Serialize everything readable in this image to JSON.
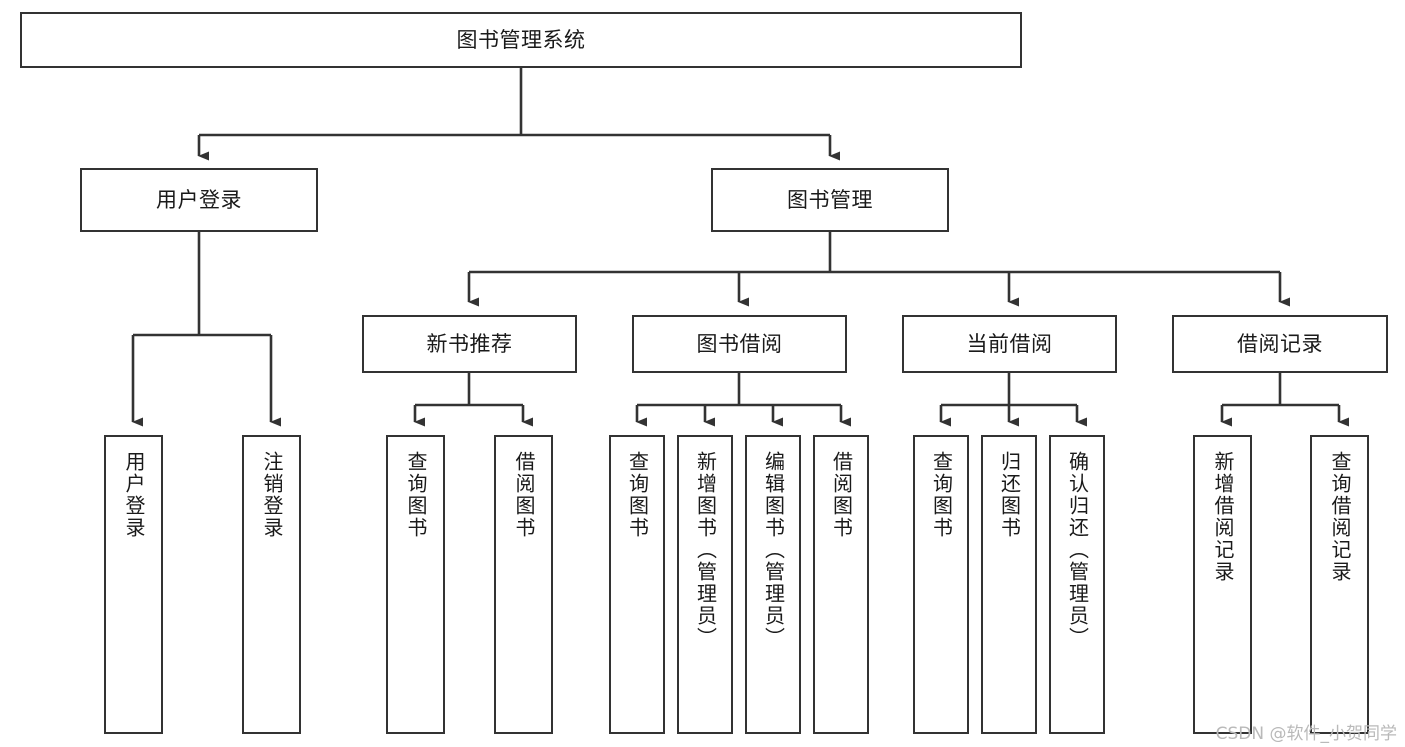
{
  "diagram": {
    "title": "图书管理系统",
    "type": "tree-hierarchy-chart",
    "colors": {
      "box_border": "#333333",
      "box_fill": "#ffffff",
      "edge": "#333333",
      "text": "#1a1a1a",
      "watermark": "#b9b9b9",
      "background": "#ffffff"
    }
  },
  "watermark": {
    "text": "CSDN @软件_小贺同学"
  },
  "nodes": {
    "root": {
      "label": "图书管理系统"
    },
    "level2": [
      {
        "id": "user-login",
        "label": "用户登录"
      },
      {
        "id": "book-management",
        "label": "图书管理"
      }
    ],
    "level3": [
      {
        "id": "new-book-recommend",
        "label": "新书推荐"
      },
      {
        "id": "book-borrow",
        "label": "图书借阅"
      },
      {
        "id": "current-borrow",
        "label": "当前借阅"
      },
      {
        "id": "borrow-record",
        "label": "借阅记录"
      }
    ],
    "leaves": {
      "user_login": [
        {
          "id": "leaf-user-login",
          "label": "用户登录"
        },
        {
          "id": "leaf-logout-login",
          "label": "注销登录"
        }
      ],
      "new_book_recommend": [
        {
          "id": "leaf-query-book-1",
          "label": "查询图书"
        },
        {
          "id": "leaf-borrow-book-1",
          "label": "借阅图书"
        }
      ],
      "book_borrow": [
        {
          "id": "leaf-query-book-2",
          "label": "查询图书"
        },
        {
          "id": "leaf-add-book",
          "label": "新增图书（管理员）"
        },
        {
          "id": "leaf-edit-book",
          "label": "编辑图书（管理员）"
        },
        {
          "id": "leaf-borrow-book-2",
          "label": "借阅图书"
        }
      ],
      "current_borrow": [
        {
          "id": "leaf-query-book-3",
          "label": "查询图书"
        },
        {
          "id": "leaf-return-book",
          "label": "归还图书"
        },
        {
          "id": "leaf-confirm-return",
          "label": "确认归还（管理员）"
        }
      ],
      "borrow_record": [
        {
          "id": "leaf-add-record",
          "label": "新增借阅记录"
        },
        {
          "id": "leaf-query-record",
          "label": "查询借阅记录"
        }
      ]
    }
  }
}
